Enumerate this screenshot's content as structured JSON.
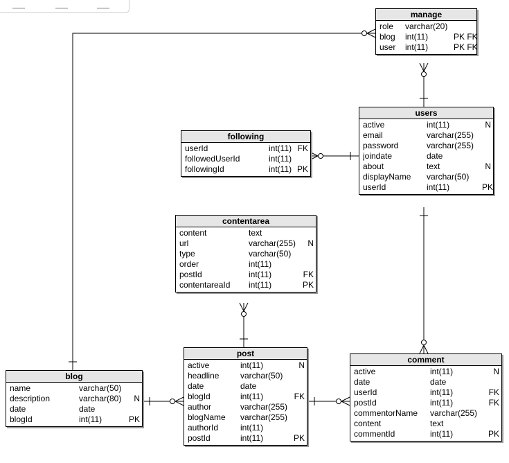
{
  "entities": {
    "manage": {
      "title": "manage",
      "attrs": [
        {
          "name": "role",
          "type": "varchar(20)",
          "key": ""
        },
        {
          "name": "blog",
          "type": "int(11)",
          "key": "PK FK"
        },
        {
          "name": "user",
          "type": "int(11)",
          "key": "PK FK"
        }
      ]
    },
    "users": {
      "title": "users",
      "attrs": [
        {
          "name": "active",
          "type": "int(11)",
          "key": "N"
        },
        {
          "name": "email",
          "type": "varchar(255)",
          "key": ""
        },
        {
          "name": "password",
          "type": "varchar(255)",
          "key": ""
        },
        {
          "name": "joindate",
          "type": "date",
          "key": ""
        },
        {
          "name": "about",
          "type": "text",
          "key": "N"
        },
        {
          "name": "displayName",
          "type": "varchar(50)",
          "key": ""
        },
        {
          "name": "userId",
          "type": "int(11)",
          "key": "PK"
        }
      ]
    },
    "following": {
      "title": "following",
      "attrs": [
        {
          "name": "userId",
          "type": "int(11)",
          "key": "FK"
        },
        {
          "name": "followedUserId",
          "type": "int(11)",
          "key": ""
        },
        {
          "name": "followingId",
          "type": "int(11)",
          "key": "PK"
        }
      ]
    },
    "contentarea": {
      "title": "contentarea",
      "attrs": [
        {
          "name": "content",
          "type": "text",
          "key": ""
        },
        {
          "name": "url",
          "type": "varchar(255)",
          "key": "N"
        },
        {
          "name": "type",
          "type": "varchar(50)",
          "key": ""
        },
        {
          "name": "order",
          "type": "int(11)",
          "key": ""
        },
        {
          "name": "postId",
          "type": "int(11)",
          "key": "FK"
        },
        {
          "name": "contentareaId",
          "type": "int(11)",
          "key": "PK"
        }
      ]
    },
    "post": {
      "title": "post",
      "attrs": [
        {
          "name": "active",
          "type": "int(11)",
          "key": "N"
        },
        {
          "name": "headline",
          "type": "varchar(50)",
          "key": ""
        },
        {
          "name": "date",
          "type": "date",
          "key": ""
        },
        {
          "name": "blogId",
          "type": "int(11)",
          "key": "FK"
        },
        {
          "name": "author",
          "type": "varchar(255)",
          "key": ""
        },
        {
          "name": "blogName",
          "type": "varchar(255)",
          "key": ""
        },
        {
          "name": "authorId",
          "type": "int(11)",
          "key": ""
        },
        {
          "name": "postId",
          "type": "int(11)",
          "key": "PK"
        }
      ]
    },
    "comment": {
      "title": "comment",
      "attrs": [
        {
          "name": "active",
          "type": "int(11)",
          "key": "N"
        },
        {
          "name": "date",
          "type": "date",
          "key": ""
        },
        {
          "name": "userId",
          "type": "int(11)",
          "key": "FK"
        },
        {
          "name": "postId",
          "type": "int(11)",
          "key": "FK"
        },
        {
          "name": "commentorName",
          "type": "varchar(255)",
          "key": ""
        },
        {
          "name": "content",
          "type": "text",
          "key": ""
        },
        {
          "name": "commentId",
          "type": "int(11)",
          "key": "PK"
        }
      ]
    },
    "blog": {
      "title": "blog",
      "attrs": [
        {
          "name": "name",
          "type": "varchar(50)",
          "key": ""
        },
        {
          "name": "description",
          "type": "varchar(80)",
          "key": "N"
        },
        {
          "name": "date",
          "type": "date",
          "key": ""
        },
        {
          "name": "blogId",
          "type": "int(11)",
          "key": "PK"
        }
      ]
    }
  },
  "relationships": [
    {
      "from": "blog",
      "to": "manage",
      "from_end": "one",
      "to_end": "zero-or-many"
    },
    {
      "from": "users",
      "to": "manage",
      "from_end": "one",
      "to_end": "zero-or-many"
    },
    {
      "from": "users",
      "to": "following",
      "from_end": "one",
      "to_end": "zero-or-many"
    },
    {
      "from": "users",
      "to": "comment",
      "from_end": "one",
      "to_end": "zero-or-many"
    },
    {
      "from": "post",
      "to": "contentarea",
      "from_end": "one",
      "to_end": "zero-or-many"
    },
    {
      "from": "blog",
      "to": "post",
      "from_end": "one",
      "to_end": "zero-or-many"
    },
    {
      "from": "post",
      "to": "comment",
      "from_end": "one",
      "to_end": "zero-or-many"
    }
  ]
}
